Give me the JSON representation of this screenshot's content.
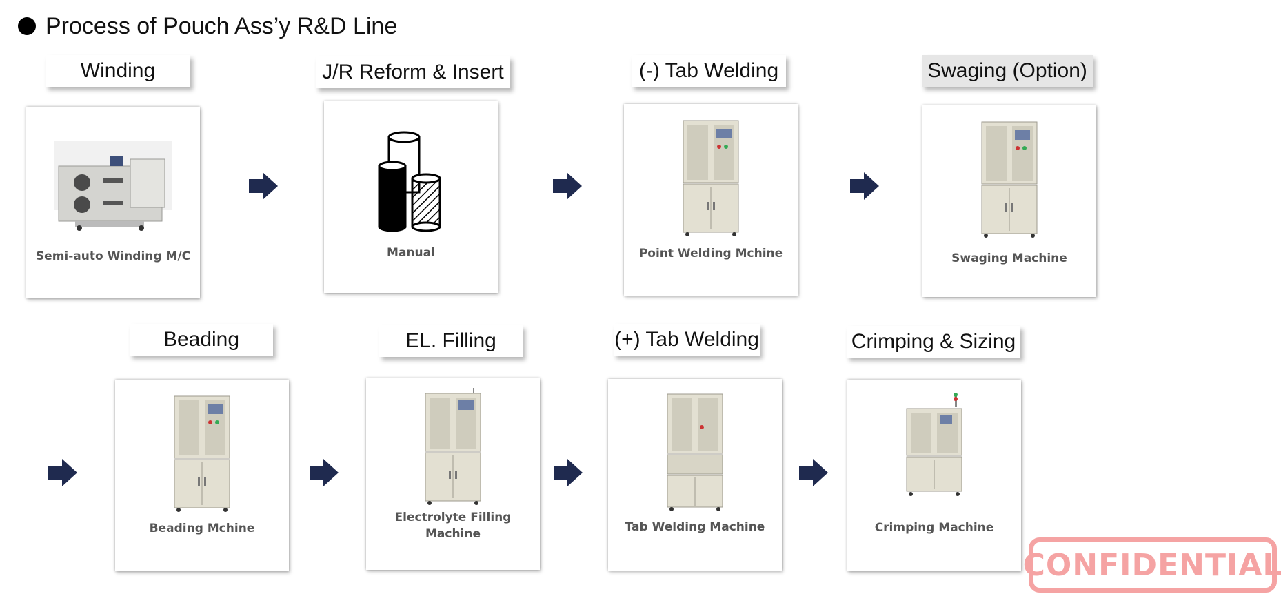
{
  "title": "Process of Pouch Ass’y R&D Line",
  "steps": [
    {
      "label": "Winding",
      "caption": "Semi-auto Winding M/C"
    },
    {
      "label": "J/R Reform & Insert",
      "caption": "Manual"
    },
    {
      "label": "(-) Tab Welding",
      "caption": "Point Welding Mchine"
    },
    {
      "label": "Swaging (Option)",
      "caption": "Swaging Machine"
    },
    {
      "label": "Beading",
      "caption": "Beading Mchine"
    },
    {
      "label": "EL. Filling",
      "caption_line1": "Electrolyte Filling",
      "caption_line2": "Machine"
    },
    {
      "label": "(+) Tab Welding",
      "caption": "Tab Welding Machine"
    },
    {
      "label": "Crimping & Sizing",
      "caption": "Crimping Machine"
    }
  ],
  "stamp": "CONFIDENTIAL",
  "colors": {
    "arrow": "#1f2a4f",
    "stamp": "#f5a3a3",
    "machine": "#e3e0d2"
  },
  "icons": [
    "bullet-icon",
    "next-arrow-icon",
    "cylinder-cells-icon",
    "machine-icon"
  ]
}
